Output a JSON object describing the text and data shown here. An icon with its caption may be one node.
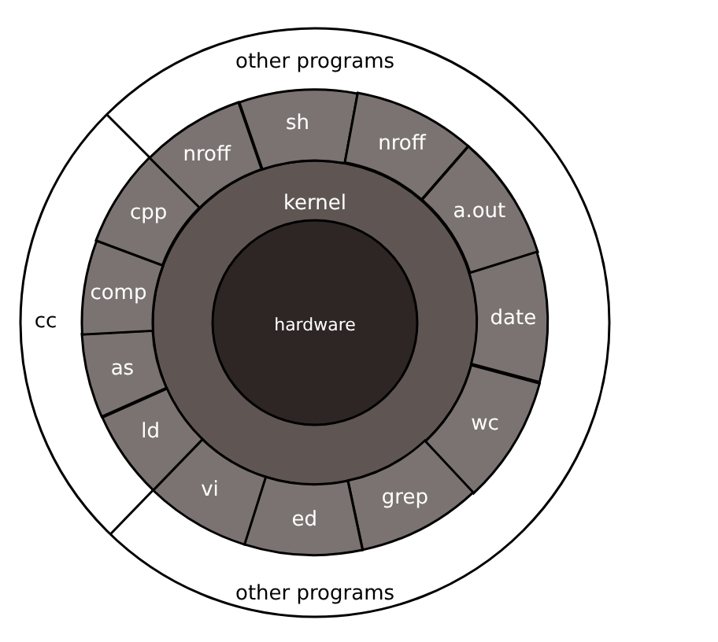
{
  "diagram": {
    "nodes": [
      {
        "text": [
          "other programs",
          "other programs"
        ]
      },
      {
        "text": [
          "cc"
        ],
        "in": 0
      },
      {
        "text": [
          "kernel"
        ],
        "in": 0
      },
      {
        "text": [
          "hardware"
        ],
        "in": 2
      },
      {
        "text": [
          "sh"
        ],
        "in": 0
      },
      {
        "text": [
          "nroff"
        ],
        "in": 0
      },
      {
        "text": [
          "a.out"
        ],
        "in": 0
      },
      {
        "text": [
          "date"
        ],
        "in": 0
      },
      {
        "text": [
          "wc"
        ],
        "in": 0
      },
      {
        "text": [
          "grep"
        ],
        "in": 0
      },
      {
        "text": [
          "ed"
        ],
        "in": 0
      },
      {
        "text": [
          "vi"
        ],
        "in": 0
      },
      {
        "text": [
          "ld"
        ],
        "in": 0
      },
      {
        "text": [
          "as"
        ],
        "in": 0
      },
      {
        "text": [
          "comp"
        ],
        "in": 0
      },
      {
        "text": [
          "cpp"
        ],
        "in": 0
      },
      {
        "text": [
          "nroff"
        ],
        "in": 0
      }
    ]
  }
}
